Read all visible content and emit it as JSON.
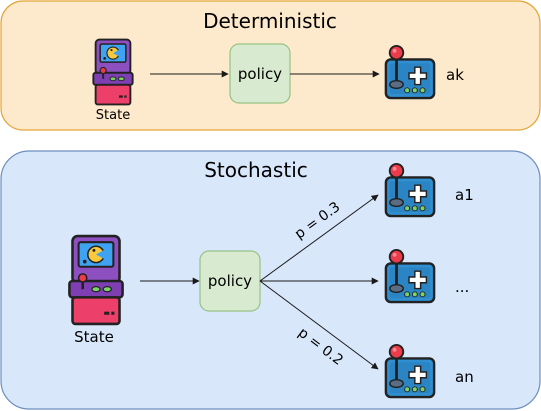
{
  "colors": {
    "deterministic_fill": "#fde9cb",
    "deterministic_stroke": "#e3a637",
    "stochastic_fill": "#d9e7fb",
    "stochastic_stroke": "#6d8fbd",
    "policy_fill": "#d8ebd0",
    "policy_stroke": "#97c285",
    "arcade_body": "#8e4fc1",
    "arcade_base": "#ec3f6a",
    "controller_blue": "#2f8fd0",
    "controller_red": "#ec3b4b",
    "controller_green": "#7bd36a"
  },
  "deterministic": {
    "title": "Deterministic",
    "state_label": "State",
    "policy_label": "policy",
    "action_label": "ak"
  },
  "stochastic": {
    "title": "Stochastic",
    "state_label": "State",
    "policy_label": "policy",
    "edges": [
      {
        "label": "p = 0.3"
      },
      {
        "label": ""
      },
      {
        "label": "p = 0.2"
      }
    ],
    "actions": [
      "a1",
      "...",
      "an"
    ]
  },
  "icons": {
    "state": "arcade-machine-icon",
    "action": "game-controller-icon"
  }
}
